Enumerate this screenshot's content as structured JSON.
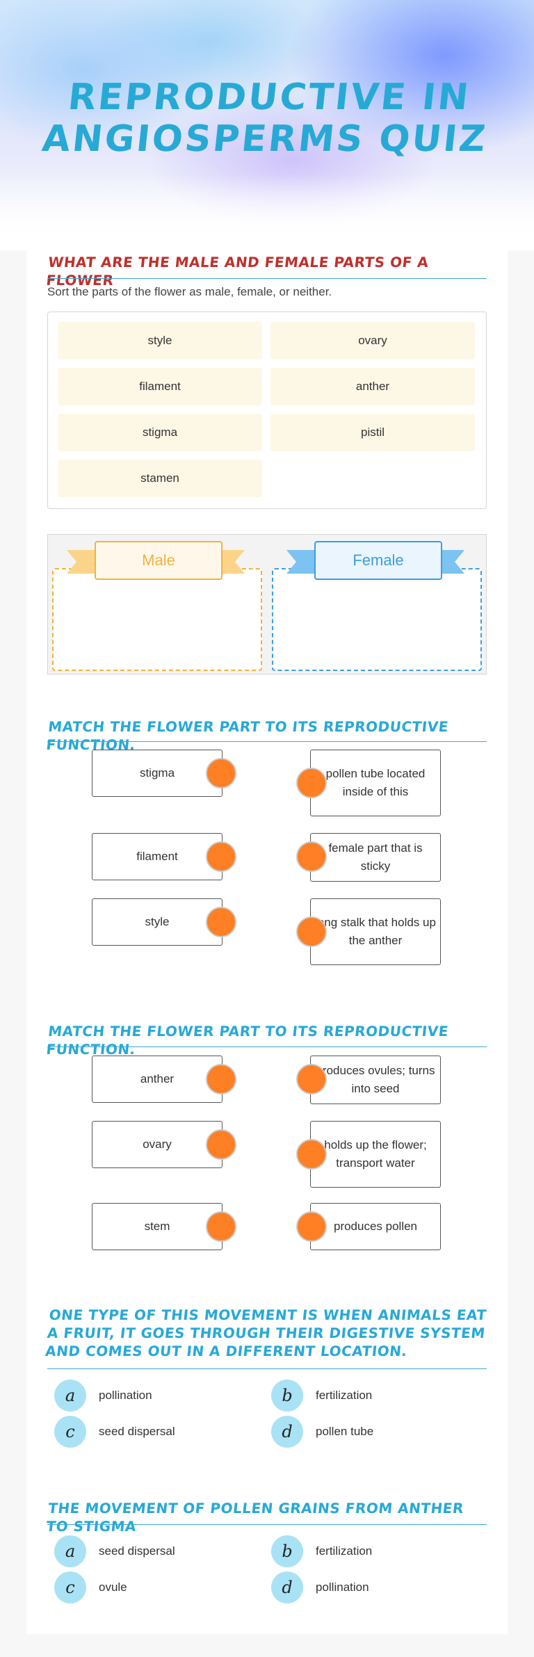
{
  "header": {
    "title": "Reproductive in Angiosperms Quiz"
  },
  "q1": {
    "title": "What are the male and female parts of a flower",
    "instruction": "Sort the parts of the flower as male, female, or neither.",
    "items": [
      "style",
      "ovary",
      "filament",
      "anther",
      "stigma",
      "pistil",
      "stamen"
    ],
    "categories": {
      "male": "Male",
      "female": "Female"
    }
  },
  "q2": {
    "title": "Match the flower part to its reproductive function.",
    "left": [
      "stigma",
      "filament",
      "style"
    ],
    "right": [
      "pollen tube located inside of this",
      "female part that is sticky",
      "long stalk that holds up the anther"
    ]
  },
  "q3": {
    "title": "Match the flower part to its reproductive function.",
    "left": [
      "anther",
      "ovary",
      "stem"
    ],
    "right": [
      "produces ovules; turns into seed",
      "holds up the flower; transport water",
      "produces pollen"
    ]
  },
  "q4": {
    "title": "One type of this movement is when animals eat a fruit, it goes through their digestive system and comes out in a different location.",
    "options": [
      {
        "letter": "a",
        "text": "pollination"
      },
      {
        "letter": "b",
        "text": "fertilization"
      },
      {
        "letter": "c",
        "text": "seed dispersal"
      },
      {
        "letter": "d",
        "text": "pollen tube"
      }
    ]
  },
  "q5": {
    "title": "The movement of pollen grains from anther to stigma",
    "options": [
      {
        "letter": "a",
        "text": "seed dispersal"
      },
      {
        "letter": "b",
        "text": "fertilization"
      },
      {
        "letter": "c",
        "text": "ovule"
      },
      {
        "letter": "d",
        "text": "pollination"
      }
    ]
  },
  "colors": {
    "accent": "#27a9d6",
    "red_heading": "#c0302c",
    "match_dot": "#ff7f24",
    "male": "#f3b23e",
    "female": "#3b9fe0",
    "badge": "#a9e2f5"
  }
}
